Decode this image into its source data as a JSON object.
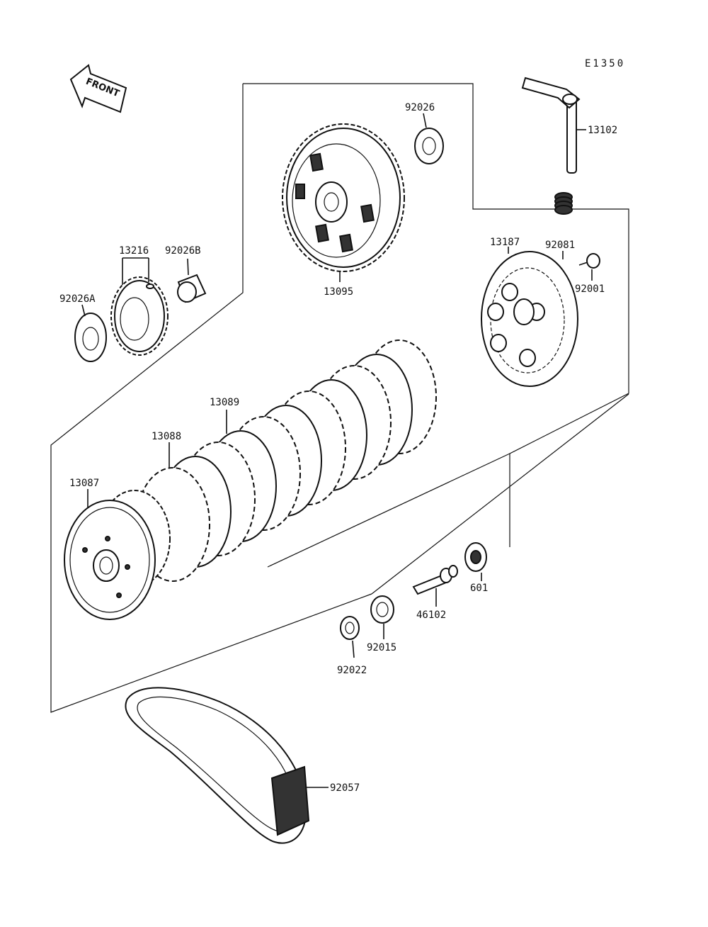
{
  "diagram_code": "E1350",
  "front_label": "FRONT",
  "parts": {
    "p13102": "13102",
    "p92026": "92026",
    "p13095": "13095",
    "p13216": "13216",
    "p92026B": "92026B",
    "p92026A": "92026A",
    "p13187": "13187",
    "p92081": "92081",
    "p92001": "92001",
    "p13089": "13089",
    "p13088": "13088",
    "p13087": "13087",
    "p601": "601",
    "p46102": "46102",
    "p92015": "92015",
    "p92022": "92022",
    "p92057": "92057"
  }
}
